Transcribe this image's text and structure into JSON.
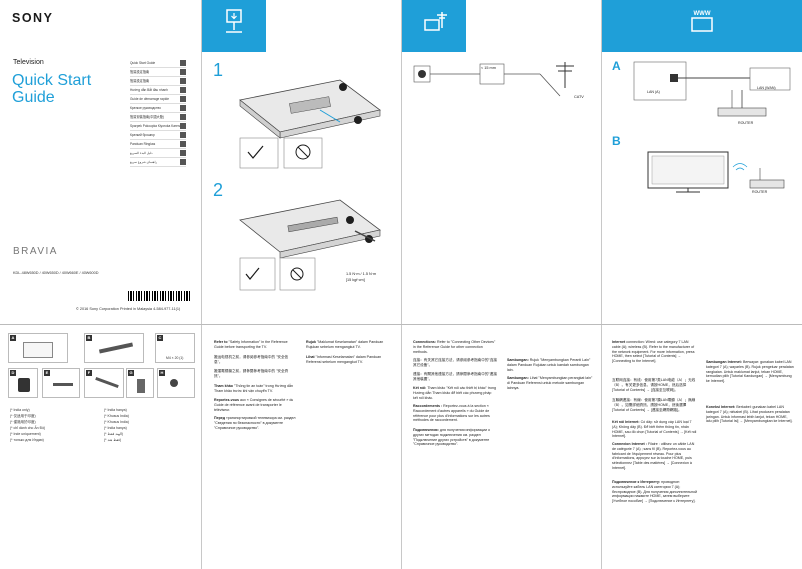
{
  "cover": {
    "brand": "SONY",
    "category": "Television",
    "title_line1": "Quick Start",
    "title_line2": "Guide",
    "series": "BRAVIA",
    "models": "KDL-48W650D / 40W650D / 40W660E / 40W600D",
    "copyright": "© 2016 Sony Corporation    Printed in Malaysia    4-584-977-11(1)",
    "languages": [
      "Quick Start Guide",
      "簡易設定指南",
      "簡易設定指南",
      "Hướng dẫn Bắt đầu nhanh",
      "Guide de démarrage rapide",
      "Краткое руководство",
      "簡易安裝指南(中國大陸)",
      "Sparpek Pokoupka Kiyoroka Karena",
      "Краткий брошюр",
      "Panduan Ringkas",
      "دليل البدء السريع",
      "راهنمای شروع سریع"
    ]
  },
  "accessories": {
    "tiles": [
      "A",
      "B",
      "C",
      "D",
      "E",
      "F",
      "G",
      "H"
    ],
    "counts": [
      "M4 × 20 (1)"
    ],
    "labels": [
      "(* India only)",
      "(* 仅适用于印度)",
      "(* 僅適用於印度)",
      "(* chỉ dành cho Ấn Độ)",
      "(* Inde uniquement)",
      "(* только для Индии)",
      "(* India hanya)",
      "(* Khusus India)",
      "(* الهند فقط)",
      "(* فقط هند)"
    ]
  },
  "steps": {
    "step1": "1",
    "step2": "2",
    "torque": "1.5 N·m / 1.5 N·m",
    "torque2": "[15 kgf·cm]"
  },
  "connect": {
    "cable_length": "< 15 mm",
    "satellite_label": "CATV",
    "label_a": "A",
    "label_b": "B",
    "router_label": "ROUTER",
    "router_label2": "ROUTER",
    "lan_label": "LAN (A)",
    "lan_label2": "LAN (WAN)"
  },
  "paragraphs": {
    "p2_1_title": "Refer to",
    "p2_1": "\"Safety Information\" in the Reference Guide before transporting the TV.",
    "p2_2": "搬运电视机之前，请参阅参考指南中的 \"安全信息\"。",
    "p2_3": "搬運電視機之前，請參閱參考指南中的 \"安全資訊\"。",
    "p2_4_title": "Tham khảo",
    "p2_4": "\"Thông tin an toàn\" trong Hướng dẫn Tham khảo trước khi vận chuyển TV.",
    "p2_5_title": "Reportez-vous",
    "p2_5": "aux « Consignes de sécurité » du Guide de référence avant de transporter le téléviseur.",
    "p2_6_title": "Перед",
    "p2_6": "транспортировкой телевизора см. раздел \"Сведения по безопасности\" в документе \"Справочное руководство\".",
    "p2_7_title": "Rujuk",
    "p2_7": "\"Maklumat Keselamatan\" dalam Panduan Rujukan sebelum mengangkut TV.",
    "p2_8_title": "Lihat",
    "p2_8": "\"Informasi Keselamatan\" dalam Panduan Referensi sebelum mengangkut TV.",
    "p3_1_title": "Connections:",
    "p3_1": "Refer to \"Connecting Other Devices\" in the Reference Guide for other connection methods.",
    "p3_2": "连接：有关其它连接方法，请参阅参考指南中的\"连接其它设备\"。",
    "p3_3": "連接：有關其他連接方法，請參閱參考指南中的\"連接其他裝置\"。",
    "p3_4_title": "Kết nối:",
    "p3_4": "Tham khảo \"Kết nối các thiết bị khác\" trong Hướng dẫn Tham khảo để biết các phương pháp kết nối khác.",
    "p3_5_title": "Raccordements :",
    "p3_5": "Reportez-vous à la section « Raccordement d'autres appareils » du Guide de référence pour plus d'informations sur les autres méthodes de raccordement.",
    "p3_6_title": "Подключения:",
    "p3_6": "для получения информации о других методах подключения см. раздел \"Подключение других устройств\" в документе \"Справочное руководство\".",
    "p3_7_title": "Sambungan:",
    "p3_7": "Rujuk \"Menyambungkan Peranti Lain\" dalam Panduan Rujukan untuk kaedah sambungan lain.",
    "p3_8_title": "Sambungan:",
    "p3_8": "Lihat \"Menyambungkan perangkat lain\" di Panduan Referensi untuk metode sambungan lainnya.",
    "p4_1_title": "Internet",
    "p4_1": "connection: Wired: use category 7 LAN cable (A); wireless (B). Refer to the manufacturer of the network equipment. For more information, press HOME, then select [Tutorial of Contents] → [Connecting to the Internet].",
    "p4_2": "互联网连接：有线：使用第7类LAN电缆（A）；无线（B）。有关更多信息，请按HOME，然后选择[Tutorial of Contents] → [连接至互联网]。",
    "p4_3": "互聯網連接：有線：使用第7類LAN電纜（A）；無線（B）。如需詳細資訊，請按HOME，然後選擇[Tutorial of Contents] → [連接至網際網路]。",
    "p4_4_title": "Kết nối Internet:",
    "p4_4": "Có dây: sử dụng cáp LAN loại 7 (A); Không dây (B). Để biết thêm thông tin, nhấn HOME, sau đó chọn [Tutorial of Contents] → [Kết nối Internet].",
    "p4_5_title": "Connexion Internet :",
    "p4_5": "Filaire : utilisez un câble LAN de catégorie 7 (A) ; sans fil (B). Reportez-vous au fabricant de l'équipement réseau. Pour plus d'informations, appuyez sur la touche HOME, puis sélectionnez [Table des matières] → [Connexion à Internet].",
    "p4_6_title": "Подключение к Интернету:",
    "p4_6": "проводное: используйте кабель LAN категории 7 (A); беспроводное (B). Для получения дополнительной информации нажмите HOME, затем выберите [Учебное пособие] → [Подключение к Интернету].",
    "p4_7_title": "Sambungan Internet:",
    "p4_7": "Berwayar: gunakan kabel LAN kategori 7 (A); wayarles (B). Rujuk pengeluar peralatan rangkaian. Untuk maklumat lanjut, tekan HOME, kemudian pilih [Tutorial Kandungan] → [Menyambung ke Internet].",
    "p4_8_title": "Koneksi Internet:",
    "p4_8": "Berkabel: gunakan kabel LAN kategori 7 (A); nirkabel (B). Lihat produsen peralatan jaringan. Untuk informasi lebih lanjut, tekan HOME, lalu pilih [Tutorial Isi] → [Menyambungkan ke Internet]."
  },
  "colors": {
    "accent": "#1f9fd8",
    "text": "#1a1a1a",
    "band": "#1f9fd8"
  }
}
